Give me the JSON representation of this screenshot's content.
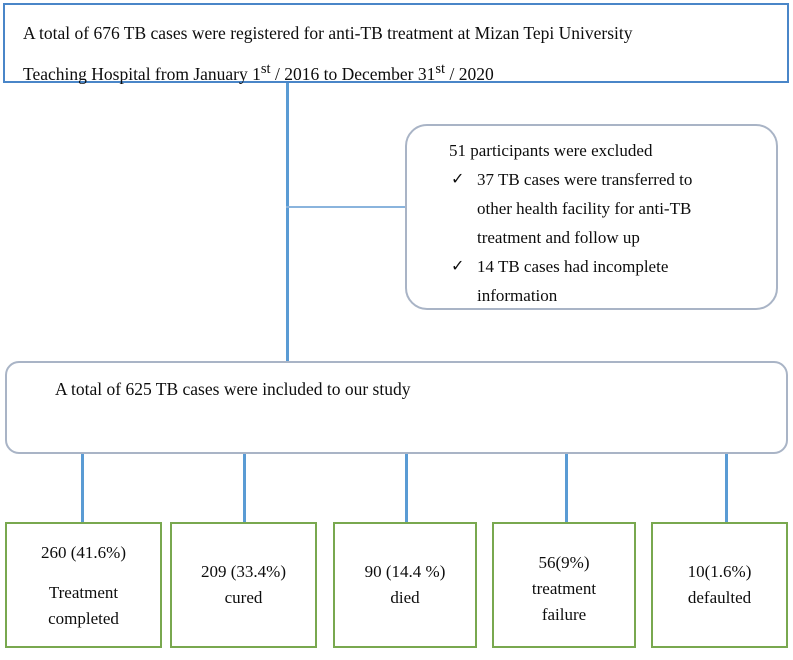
{
  "diagram": {
    "title": "TB cases study flow diagram",
    "colors": {
      "connector_blue": "#5a9bd4",
      "top_box_border": "#4a86c8",
      "round_box_border": "#a9b4c6",
      "outcome_box_border": "#79a84f",
      "background": "#ffffff",
      "text": "#0d0d0d"
    },
    "top_box": {
      "line1": "A total of 676 TB cases were registered for anti-TB treatment at Mizan Tepi University",
      "line2_a": "Teaching Hospital from January 1",
      "line2_sup1": "st",
      "line2_b": " / 2016 to December 31",
      "line2_sup2": "st",
      "line2_c": " / 2020",
      "total_registered": "676",
      "start_date": "January 1st / 2016",
      "end_date": "December 31st / 2020",
      "institution": "Mizan Tepi University Teaching Hospital"
    },
    "excluded_box": {
      "heading": "51  participants were excluded",
      "excluded_count": "51",
      "bullet_icon": "check-icon",
      "items": [
        "37 TB cases were transferred to other health facility for anti-TB treatment and follow up",
        "14 TB cases had incomplete information"
      ],
      "item1_l1": "37 TB cases were transferred to",
      "item1_l2": "other health facility for anti-TB",
      "item1_l3": "treatment and follow up",
      "item2_l1": "14 TB cases had incomplete",
      "item2_l2": "information",
      "check_glyph": "✓"
    },
    "included_box": {
      "text": "A total of 625 TB cases were included to our study",
      "included_count": "625"
    },
    "outcomes": [
      {
        "count": "260",
        "percent": "41.6%",
        "count_line": "260 (41.6%)",
        "label_line1": "Treatment",
        "label_line2": "completed",
        "spaced": true
      },
      {
        "count": "209",
        "percent": "33.4%",
        "count_line": "209 (33.4%)",
        "label_line1": "cured",
        "label_line2": "",
        "spaced": false
      },
      {
        "count": "90",
        "percent": "14.4 %",
        "count_line": "90 (14.4 %)",
        "label_line1": "died",
        "label_line2": "",
        "spaced": false
      },
      {
        "count": "56",
        "percent": "9%",
        "count_line": "56(9%)",
        "label_line1": "treatment",
        "label_line2": "failure",
        "spaced": false
      },
      {
        "count": "10",
        "percent": "1.6%",
        "count_line": "10(1.6%)",
        "label_line1": "defaulted",
        "label_line2": "",
        "spaced": false
      }
    ]
  }
}
